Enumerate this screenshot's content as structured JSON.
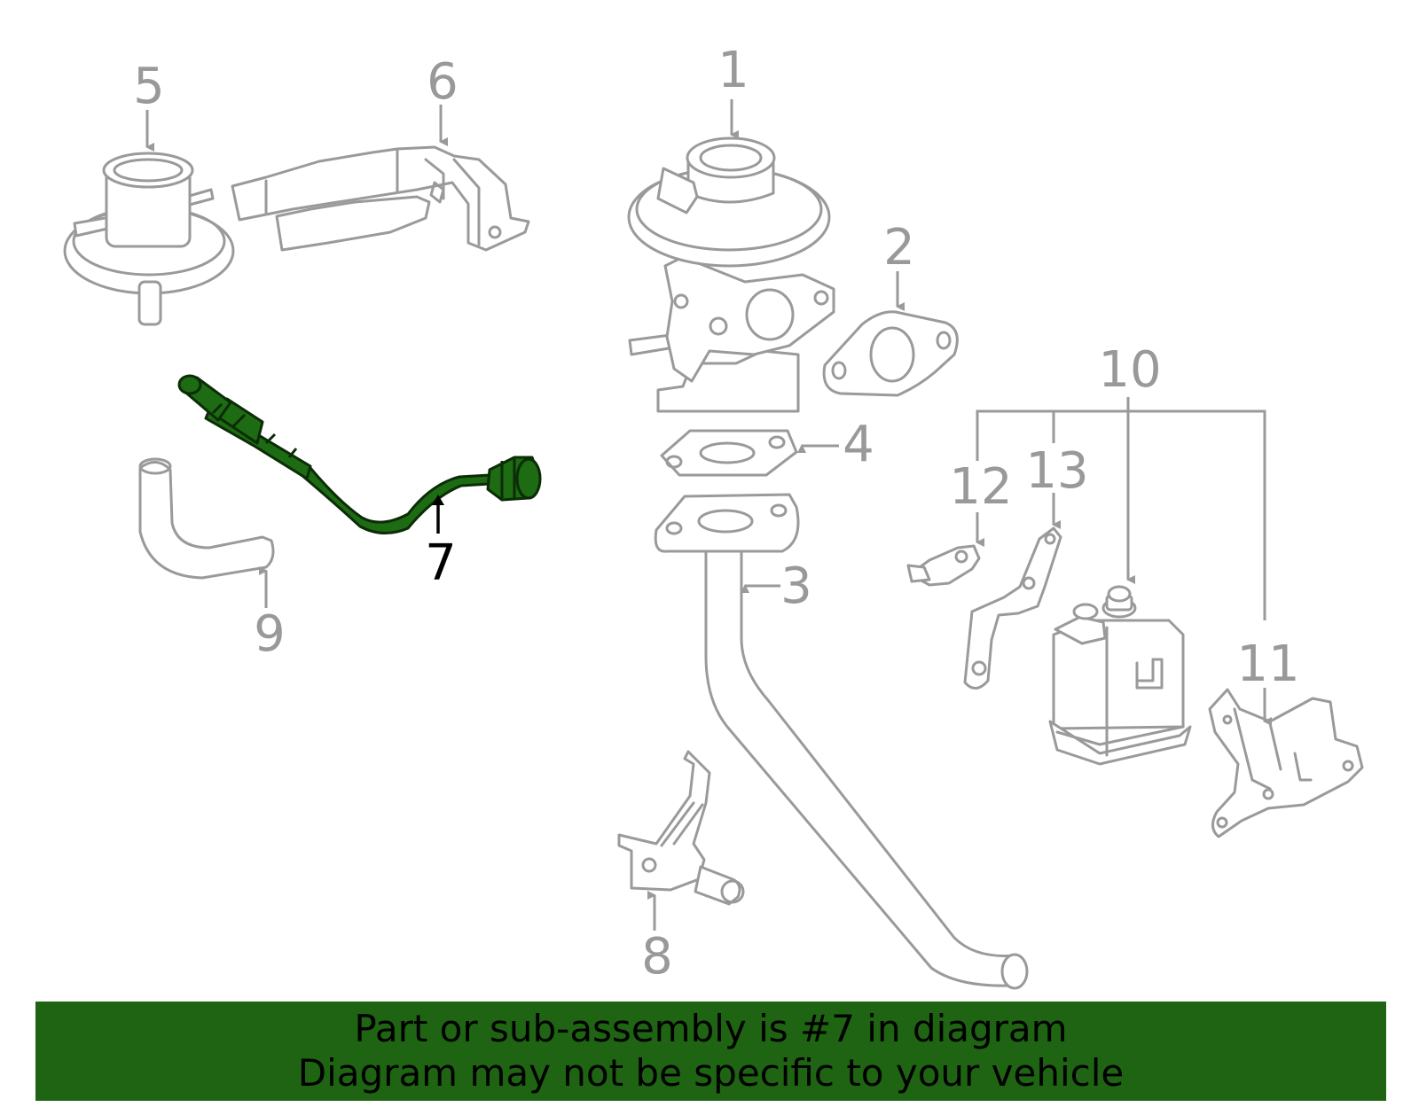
{
  "callouts": {
    "c1": "1",
    "c2": "2",
    "c3": "3",
    "c4": "4",
    "c5": "5",
    "c6": "6",
    "c7": "7",
    "c8": "8",
    "c9": "9",
    "c10": "10",
    "c11": "11",
    "c12": "12",
    "c13": "13"
  },
  "highlighted_part": "7",
  "banner": {
    "line1": "Part or sub-assembly is #7 in diagram",
    "line2": "Diagram may not be specific to your vehicle"
  },
  "colors": {
    "highlight": "#1d6b12",
    "banner": "#1e6412",
    "part_lines": "#9a9a9a"
  }
}
